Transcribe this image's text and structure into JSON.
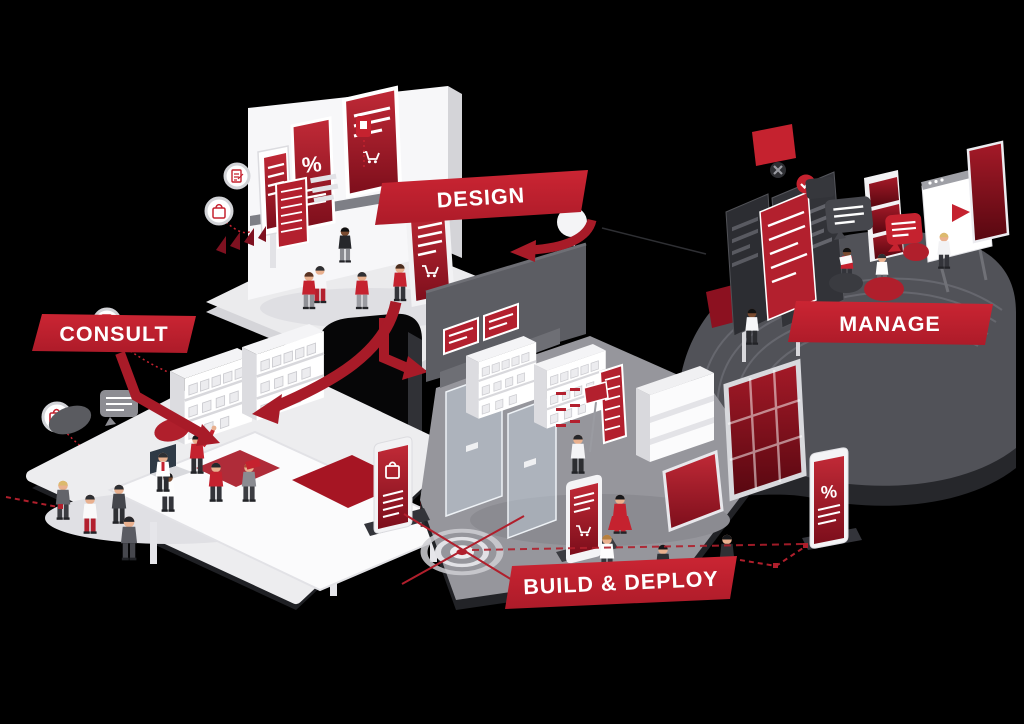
{
  "stages": {
    "consult": {
      "label": "CONSULT"
    },
    "design": {
      "label": "DESIGN"
    },
    "build_deploy": {
      "label": "BUILD & DEPLOY"
    },
    "manage": {
      "label": "MANAGE"
    }
  },
  "glyphs": {
    "percent": "%"
  },
  "colors": {
    "accent_red": "#c5222f",
    "screen_red_dark": "#7c0e1b",
    "platform_light": "#ededef",
    "store_floor_gray": "#96969c",
    "manage_road_gray": "#515258",
    "background": "#000000"
  },
  "icons": [
    "shopping-cart-icon",
    "percent-icon",
    "shopping-bag-icon",
    "document-icon",
    "target-icon",
    "check-badge-icon",
    "close-icon",
    "play-icon",
    "speech-bubble-icon",
    "idea-balloon-icon",
    "arrow-ribbon-icon"
  ]
}
